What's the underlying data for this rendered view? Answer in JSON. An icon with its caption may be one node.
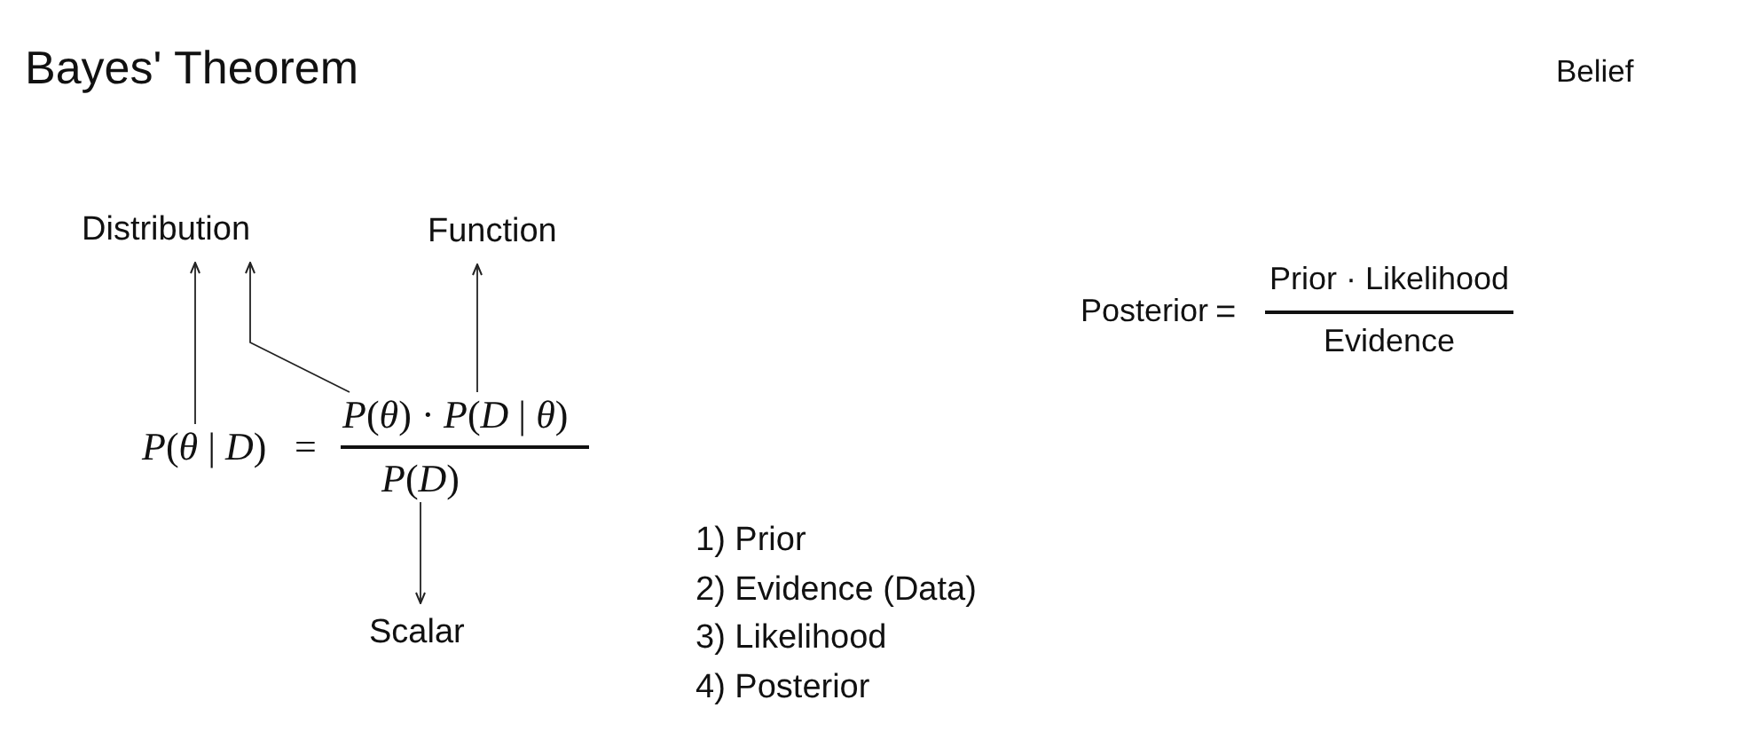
{
  "diagram": {
    "title": "Bayes' Theorem",
    "nodes": [
      {
        "text": [
          "Distribution"
        ]
      },
      {
        "text": [
          "Function"
        ]
      },
      {
        "text": [
          "*P*(*θ* | *D*)"
        ]
      },
      {
        "text": [
          "*P*(*θ*)"
        ]
      },
      {
        "text": [
          "*P*(*D* | *θ*)"
        ]
      },
      {
        "text": [
          "*P*(*D*)"
        ]
      },
      {
        "text": [
          "Scalar"
        ]
      }
    ],
    "edges": [
      {
        "from": 2,
        "to": 0,
        "arrow": "to"
      },
      {
        "from": 3,
        "to": 0,
        "arrow": "to"
      },
      {
        "from": 4,
        "to": 1,
        "arrow": "to"
      },
      {
        "from": 5,
        "to": 6,
        "arrow": "to"
      }
    ],
    "labels": [
      "Belief",
      "Posterior",
      "=",
      "Prior · Likelihood",
      "Evidence",
      "=",
      "·",
      "1) Prior",
      "2) Evidence (Data)",
      "3) Likelihood",
      "4) Posterior"
    ]
  }
}
